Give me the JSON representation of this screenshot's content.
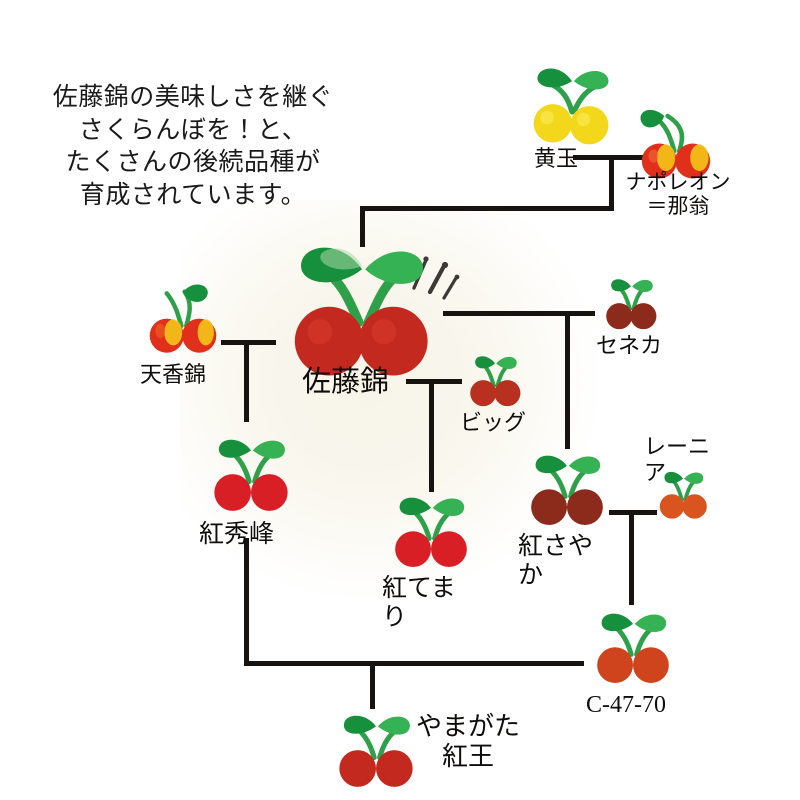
{
  "title": "さくらんぼ品種系譜図",
  "headline": "佐藤錦の美味しさを継ぐ\nさくらんぼを！と、\nたくさんの後続品種が\n育成されています。",
  "colors": {
    "line": "#161310",
    "text": "#100e0c",
    "background": "#ffffff",
    "glow": "#f7f4e8",
    "leaf_dark": "#0f8a3c",
    "leaf_light": "#36b14f",
    "stem": "#2ea04a",
    "red_deep": "#c4291f",
    "red_bright": "#d81f26",
    "red_dark": "#a02b20",
    "maroon": "#8c2a1c",
    "orange": "#d9541f",
    "yellow": "#f2d71a",
    "bicolor_red": "#e0301b",
    "bicolor_yellow": "#f5c518"
  },
  "nodes": [
    {
      "id": "kidama",
      "label": "黄玉",
      "color": "yellow",
      "size": "sm"
    },
    {
      "id": "napoleon",
      "label": "ナポレオン\n＝那翁",
      "color": "bicolor",
      "size": "sm"
    },
    {
      "id": "satonishiki",
      "label": "佐藤錦",
      "color": "red_deep",
      "size": "xl"
    },
    {
      "id": "tenkonishiki",
      "label": "天香錦",
      "color": "bicolor",
      "size": "sm"
    },
    {
      "id": "benishuho",
      "label": "紅秀峰",
      "color": "red_bright",
      "size": "md"
    },
    {
      "id": "big",
      "label": "ビッグ",
      "color": "red_dark",
      "size": "xs"
    },
    {
      "id": "seneca",
      "label": "セネカ",
      "color": "maroon",
      "size": "xs"
    },
    {
      "id": "benitemari",
      "label": "紅てまり",
      "color": "red_bright",
      "size": "md"
    },
    {
      "id": "benisayaka",
      "label": "紅さやか",
      "color": "maroon",
      "size": "md"
    },
    {
      "id": "rainier",
      "label": "レーニア",
      "color": "orange",
      "size": "xs"
    },
    {
      "id": "c4770",
      "label": "C-47-70",
      "color": "orange",
      "size": "md"
    },
    {
      "id": "beniou",
      "label": "やまがた\n紅王",
      "color": "red_deep",
      "size": "md"
    }
  ],
  "relations": [
    {
      "parents": [
        "黄玉",
        "ナポレオン＝那翁"
      ],
      "child": "佐藤錦"
    },
    {
      "parents": [
        "佐藤錦",
        "天香錦"
      ],
      "child": "紅秀峰"
    },
    {
      "parents": [
        "佐藤錦",
        "ビッグ"
      ],
      "child": "紅てまり"
    },
    {
      "parents": [
        "佐藤錦",
        "セネカ"
      ],
      "child": "紅さやか"
    },
    {
      "parents": [
        "紅さやか",
        "レーニア"
      ],
      "child": "C-47-70"
    },
    {
      "parents": [
        "紅秀峰",
        "C-47-70"
      ],
      "child": "やまがた紅王"
    }
  ],
  "decoration": {
    "sparkle": "sparkle-lines"
  }
}
